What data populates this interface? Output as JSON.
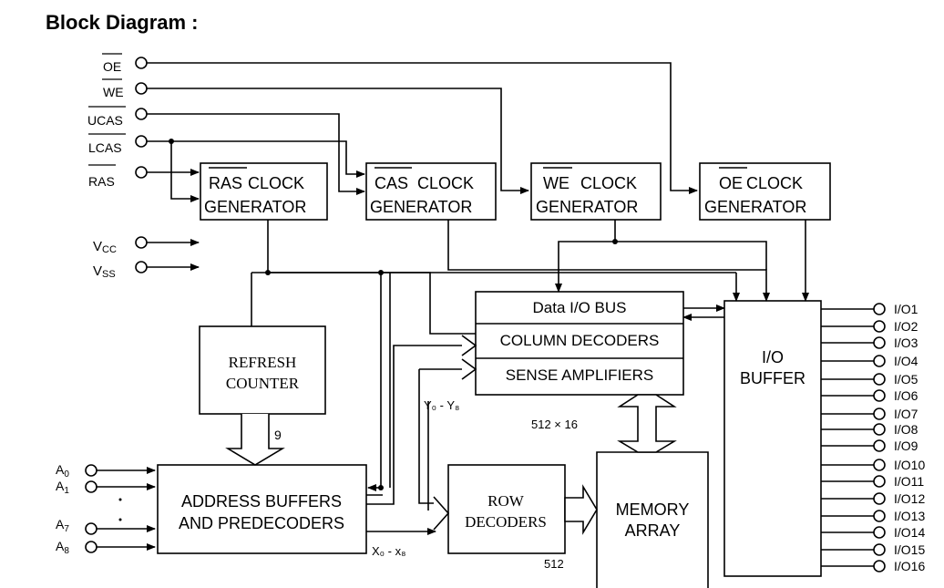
{
  "title": "Block Diagram :",
  "pins": {
    "oe": "OE",
    "we": "WE",
    "ucas": "UCAS",
    "lcas": "LCAS",
    "ras": "RAS",
    "vcc_main": "V",
    "vcc_sub": "CC",
    "vss_main": "V",
    "vss_sub": "SS"
  },
  "blocks": {
    "ras_clock": {
      "line1_a": "RAS",
      "line1_b": "CLOCK",
      "line2": "GENERATOR"
    },
    "cas_clock": {
      "line1_a": "CAS",
      "line1_b": "CLOCK",
      "line2": "GENERATOR"
    },
    "we_clock": {
      "line1_a": "WE",
      "line1_b": "CLOCK",
      "line2": "GENERATOR"
    },
    "oe_clock": {
      "line1_a": "OE",
      "line1_b": "CLOCK",
      "line2": "GENERATOR"
    },
    "refresh_counter": {
      "line1": "REFRESH",
      "line2": "COUNTER"
    },
    "data_io_bus": "Data I/O BUS",
    "column_decoders": "COLUMN DECODERS",
    "sense_amplifiers": "SENSE AMPLIFIERS",
    "io_buffer": {
      "line1": "I/O",
      "line2": "BUFFER"
    },
    "address_buffers": {
      "line1": "ADDRESS BUFFERS",
      "line2": "AND PREDECODERS"
    },
    "row_decoders": {
      "line1": "ROW",
      "line2": "DECODERS"
    },
    "memory_array": {
      "line1": "MEMORY",
      "line2": "ARRAY"
    }
  },
  "labels": {
    "bus_9": "9",
    "y_range": "Y₀ - Y₈",
    "x_range": "X₀ - x₈",
    "size_512x16": "512 × 16",
    "size_512": "512"
  },
  "address_inputs": [
    {
      "main": "A",
      "sub": "0"
    },
    {
      "main": "A",
      "sub": "1"
    },
    {
      "main": "A",
      "sub": "7"
    },
    {
      "main": "A",
      "sub": "8"
    }
  ],
  "io_pins": [
    "I/O1",
    "I/O2",
    "I/O3",
    "I/O4",
    "I/O5",
    "I/O6",
    "I/O7",
    "I/O8",
    "I/O9",
    "I/O10",
    "I/O11",
    "I/O12",
    "I/O13",
    "I/O14",
    "I/O15",
    "I/O16"
  ]
}
